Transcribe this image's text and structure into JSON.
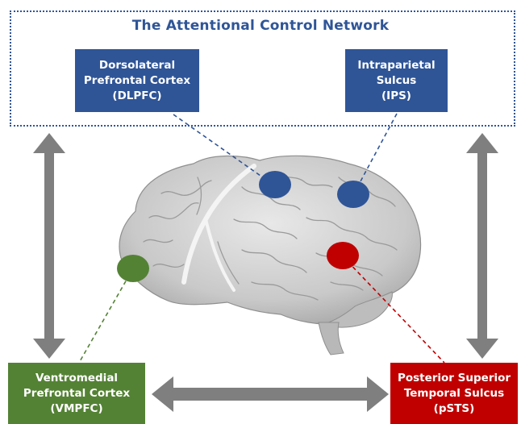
{
  "network": {
    "title": "The Attentional Control Network"
  },
  "regions": {
    "dlpfc": {
      "line1": "Dorsolateral",
      "line2": "Prefrontal Cortex",
      "line3": "(DLPFC)",
      "color": "#2f5597"
    },
    "ips": {
      "line1": "Intraparietal",
      "line2": "Sulcus",
      "line3": "(IPS)",
      "color": "#2f5597"
    },
    "vmpfc": {
      "line1": "Ventromedial",
      "line2": "Prefrontal Cortex",
      "line3": "(VMPFC)",
      "color": "#548235"
    },
    "psts": {
      "line1": "Posterior Superior",
      "line2": "Temporal Sulcus",
      "line3": "(pSTS)",
      "color": "#c00000"
    }
  },
  "colors": {
    "frame": "#2f5597",
    "arrow": "#7f7f7f",
    "brain": "#c9c9c9"
  },
  "icons": {
    "brain": "brain-illustration",
    "arrows": "double-headed-arrow"
  }
}
